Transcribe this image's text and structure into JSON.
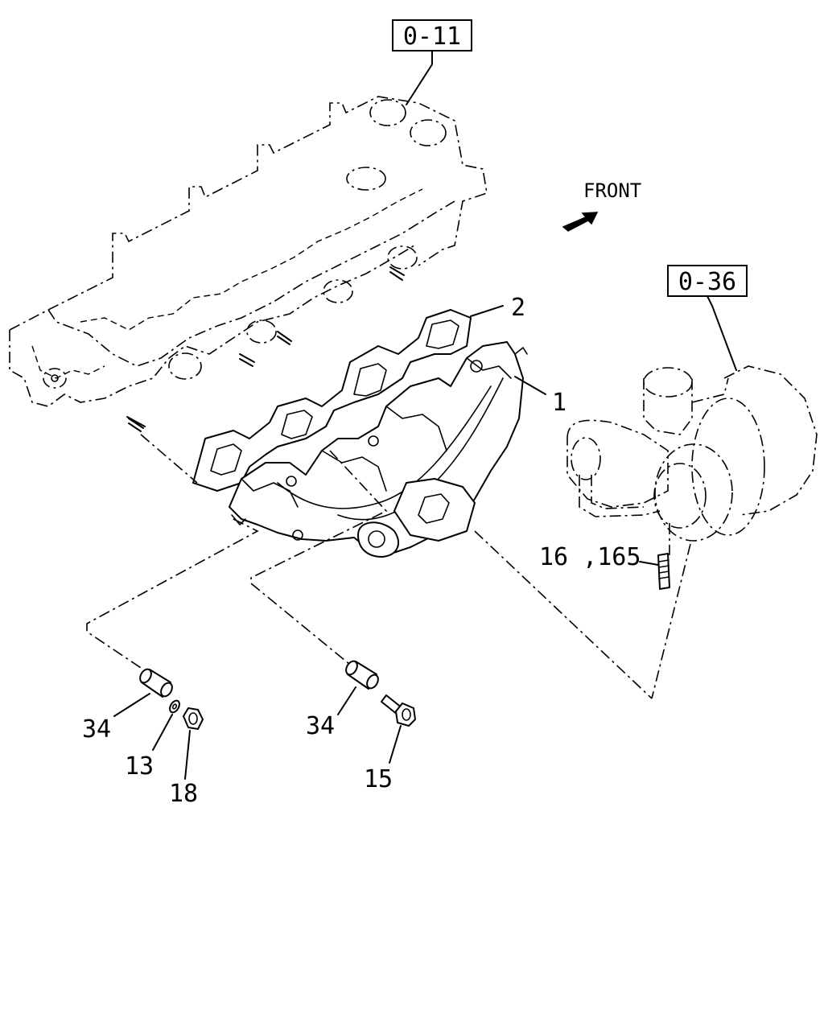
{
  "references": {
    "cylinder_head": "0-11",
    "turbocharger": "0-36"
  },
  "direction": {
    "front_label": "FRONT"
  },
  "callouts": {
    "manifold": "1",
    "gasket": "2",
    "stud_turbo": "16 ,165",
    "spacer_left": "34",
    "washer": "13",
    "nut": "18",
    "spacer_right": "34",
    "bolt": "15"
  }
}
